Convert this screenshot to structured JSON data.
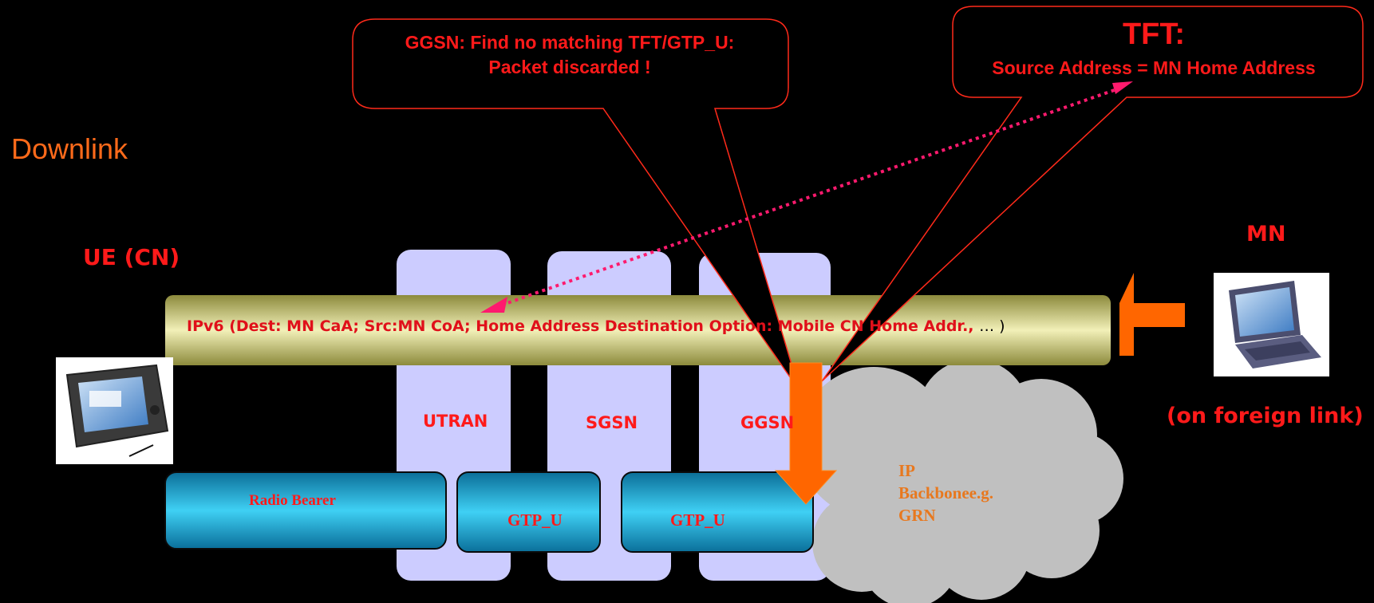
{
  "slide": {
    "title": "Downlink"
  },
  "ue": {
    "label": "UE (CN)"
  },
  "mn": {
    "label": "MN",
    "sublabel": "(on foreign link)"
  },
  "packet": {
    "text": "IPv6 (Dest: MN CaA; Src:MN CoA;  Home Address Destination Option: Mobile CN Home Addr.,",
    "tail": "… )"
  },
  "nodes": {
    "utran": "UTRAN",
    "sgsn": "SGSN",
    "ggsn": "GGSN"
  },
  "bearers": {
    "radio": "Radio Bearer",
    "gtp1": "GTP_U",
    "gtp2": "GTP_U"
  },
  "cloud": {
    "line1": "IP",
    "line2": "Backbonee.g.",
    "line3": "GRN"
  },
  "callout_ggsn": {
    "line1": "GGSN: Find no matching TFT/GTP_U:",
    "line2": "Packet discarded !"
  },
  "callout_tft": {
    "title": "TFT:",
    "text": "Source Address = MN Home Address"
  },
  "colors": {
    "background": "#000000",
    "accent_red": "#ff1a1a",
    "title_orange": "#ff6a1a",
    "arrow_orange": "#ff6600",
    "column_fill": "#ccccff",
    "bearer_cyan": "#1aa8d8",
    "bar_khaki": "#c9c873",
    "cloud_gray": "#c0c0c0",
    "dotted_magenta": "#ff1a6e"
  }
}
